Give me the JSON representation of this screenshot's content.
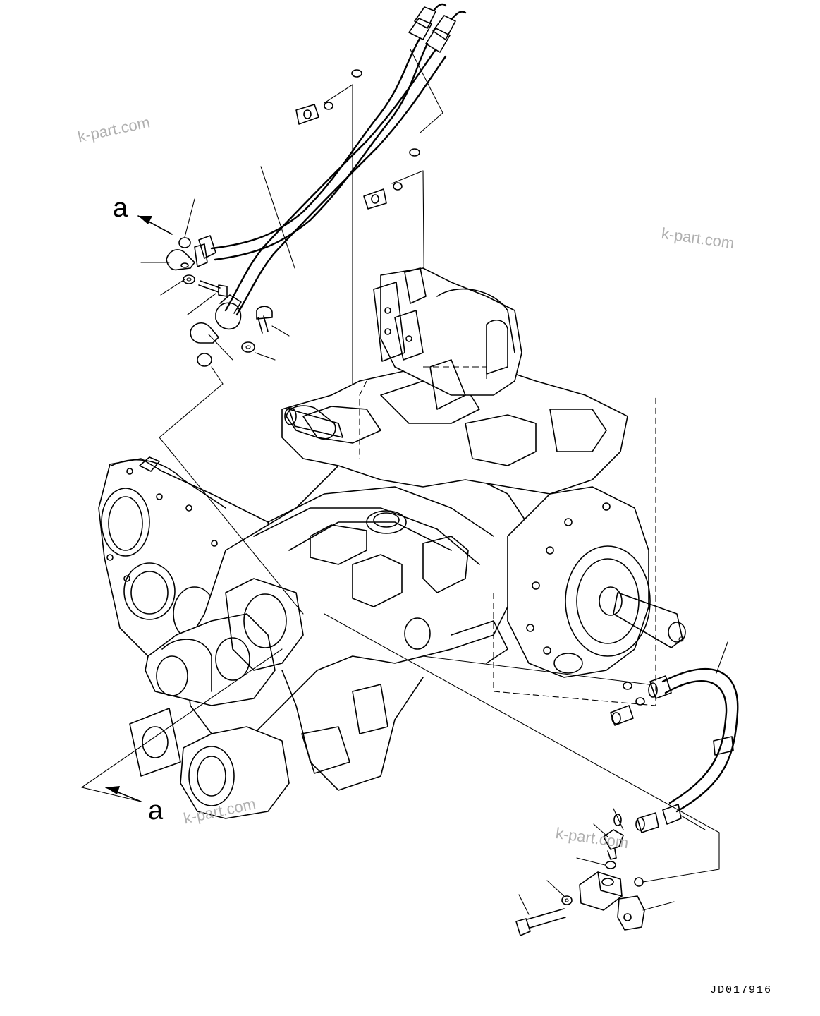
{
  "callouts": {
    "upper_arrow_label": "a",
    "lower_arrow_label": "a"
  },
  "watermarks": [
    "k-part.com",
    "k-part.com",
    "k-part.com",
    "k-part.com"
  ],
  "drawing_code": "JD017916",
  "colors": {
    "line": "#000000",
    "background": "#ffffff",
    "watermark": "#b0b0b0"
  }
}
